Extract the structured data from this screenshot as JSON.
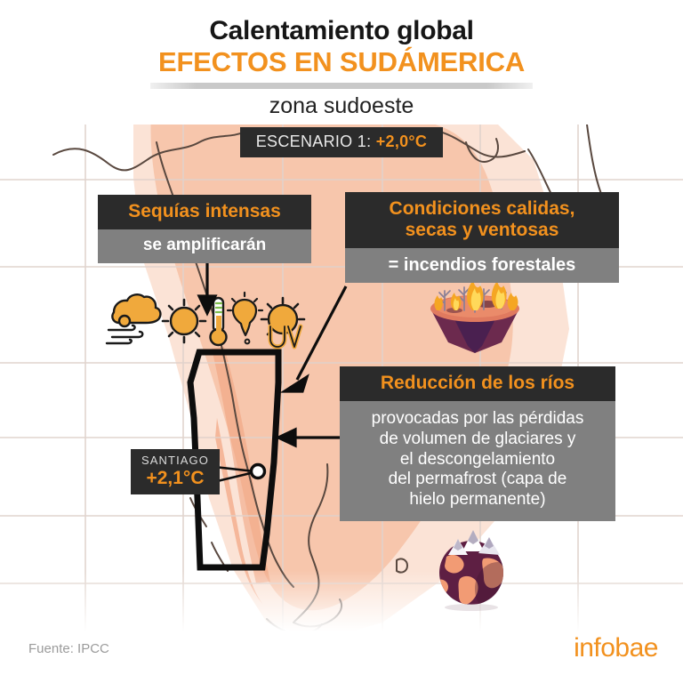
{
  "header": {
    "title_main": "Calentamiento global",
    "title_sub": "EFECTOS EN SUDÁMERICA",
    "zone": "zona sudoeste",
    "scenario_label": "ESCENARIO 1:",
    "scenario_value": "+2,0°C"
  },
  "callouts": {
    "droughts": {
      "head": "Sequías intensas",
      "body": "se amplificarán"
    },
    "fire": {
      "head": "Condiciones calidas,\nsecas y ventosas",
      "head_line1": "Condiciones calidas,",
      "head_line2": "secas y ventosas",
      "body": "= incendios forestales"
    },
    "rivers": {
      "head": "Reducción de los ríos",
      "body_line1": "provocadas por las pérdidas",
      "body_line2": "de volumen de glaciares y",
      "body_line3": "el descongelamiento",
      "body_line4": "del permafrost (capa de",
      "body_line5": "hielo permanente)"
    }
  },
  "map": {
    "city_marker": {
      "name": "SANTIAGO",
      "temperature": "+2,1°C"
    },
    "region_outline_label": "zona sudoeste",
    "land_color": "#f7c6ac",
    "land_color_light": "#fbe3d6",
    "border_color": "#6b5b52",
    "grid_color": "#e3d7d1"
  },
  "icons": [
    {
      "name": "wind-cloud-icon",
      "label": "viento y nubes"
    },
    {
      "name": "sun-icon",
      "label": "sol"
    },
    {
      "name": "thermometer-heat-icon",
      "label": "termómetro y calor"
    },
    {
      "name": "uv-sun-icon",
      "label": "radiación UV"
    },
    {
      "name": "forest-fire-icon",
      "label": "incendios forestales"
    },
    {
      "name": "globe-glacier-icon",
      "label": "glaciares y planeta"
    }
  ],
  "footer": {
    "source": "Fuente: IPCC",
    "logo": "infobae"
  },
  "colors": {
    "accent_orange": "#F2911E",
    "dark_box": "#2b2b2b",
    "gray_box": "#808080",
    "text_dark": "#161616"
  }
}
